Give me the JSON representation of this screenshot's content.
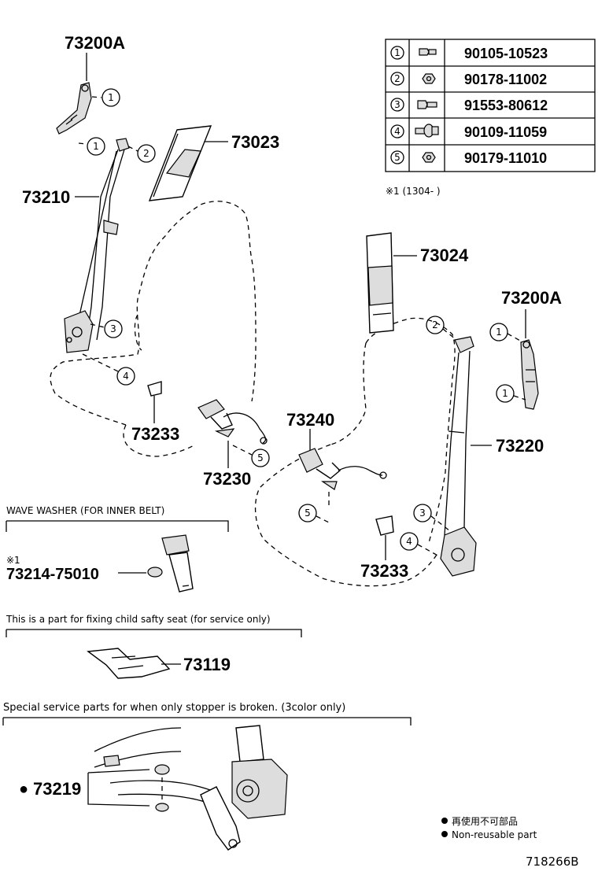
{
  "callouts": {
    "c_73200A_left": "73200A",
    "c_73023": "73023",
    "c_73210": "73210",
    "c_73233_left": "73233",
    "c_73230": "73230",
    "c_73024": "73024",
    "c_73200A_right": "73200A",
    "c_73240": "73240",
    "c_73220": "73220",
    "c_73233_right": "73233",
    "c_73214": "73214-75010",
    "c_73119": "73119",
    "c_73219": "73219"
  },
  "fastener_table": [
    {
      "num": "1",
      "part": "90105-10523"
    },
    {
      "num": "2",
      "part": "90178-11002"
    },
    {
      "num": "3",
      "part": "91553-80612"
    },
    {
      "num": "4",
      "part": "90109-11059"
    },
    {
      "num": "5",
      "part": "90179-11010"
    }
  ],
  "notes": {
    "period_note": "※1 (1304-      )",
    "wave_washer_header": "WAVE WASHER (FOR INNER BELT)",
    "wave_washer_mark": "※1",
    "child_seat_header": "This is a part for fixing child safty seat (for service only)",
    "stopper_header": "Special service parts for when only stopper is broken. (3color only)",
    "legend_jp": "再使用不可部品",
    "legend_en": "Non-reusable part",
    "non_reusable_mark": "●",
    "diagram_id": "718266B"
  },
  "circle_numbers": {
    "n1": "1",
    "n2": "2",
    "n3": "3",
    "n4": "4",
    "n5": "5"
  }
}
